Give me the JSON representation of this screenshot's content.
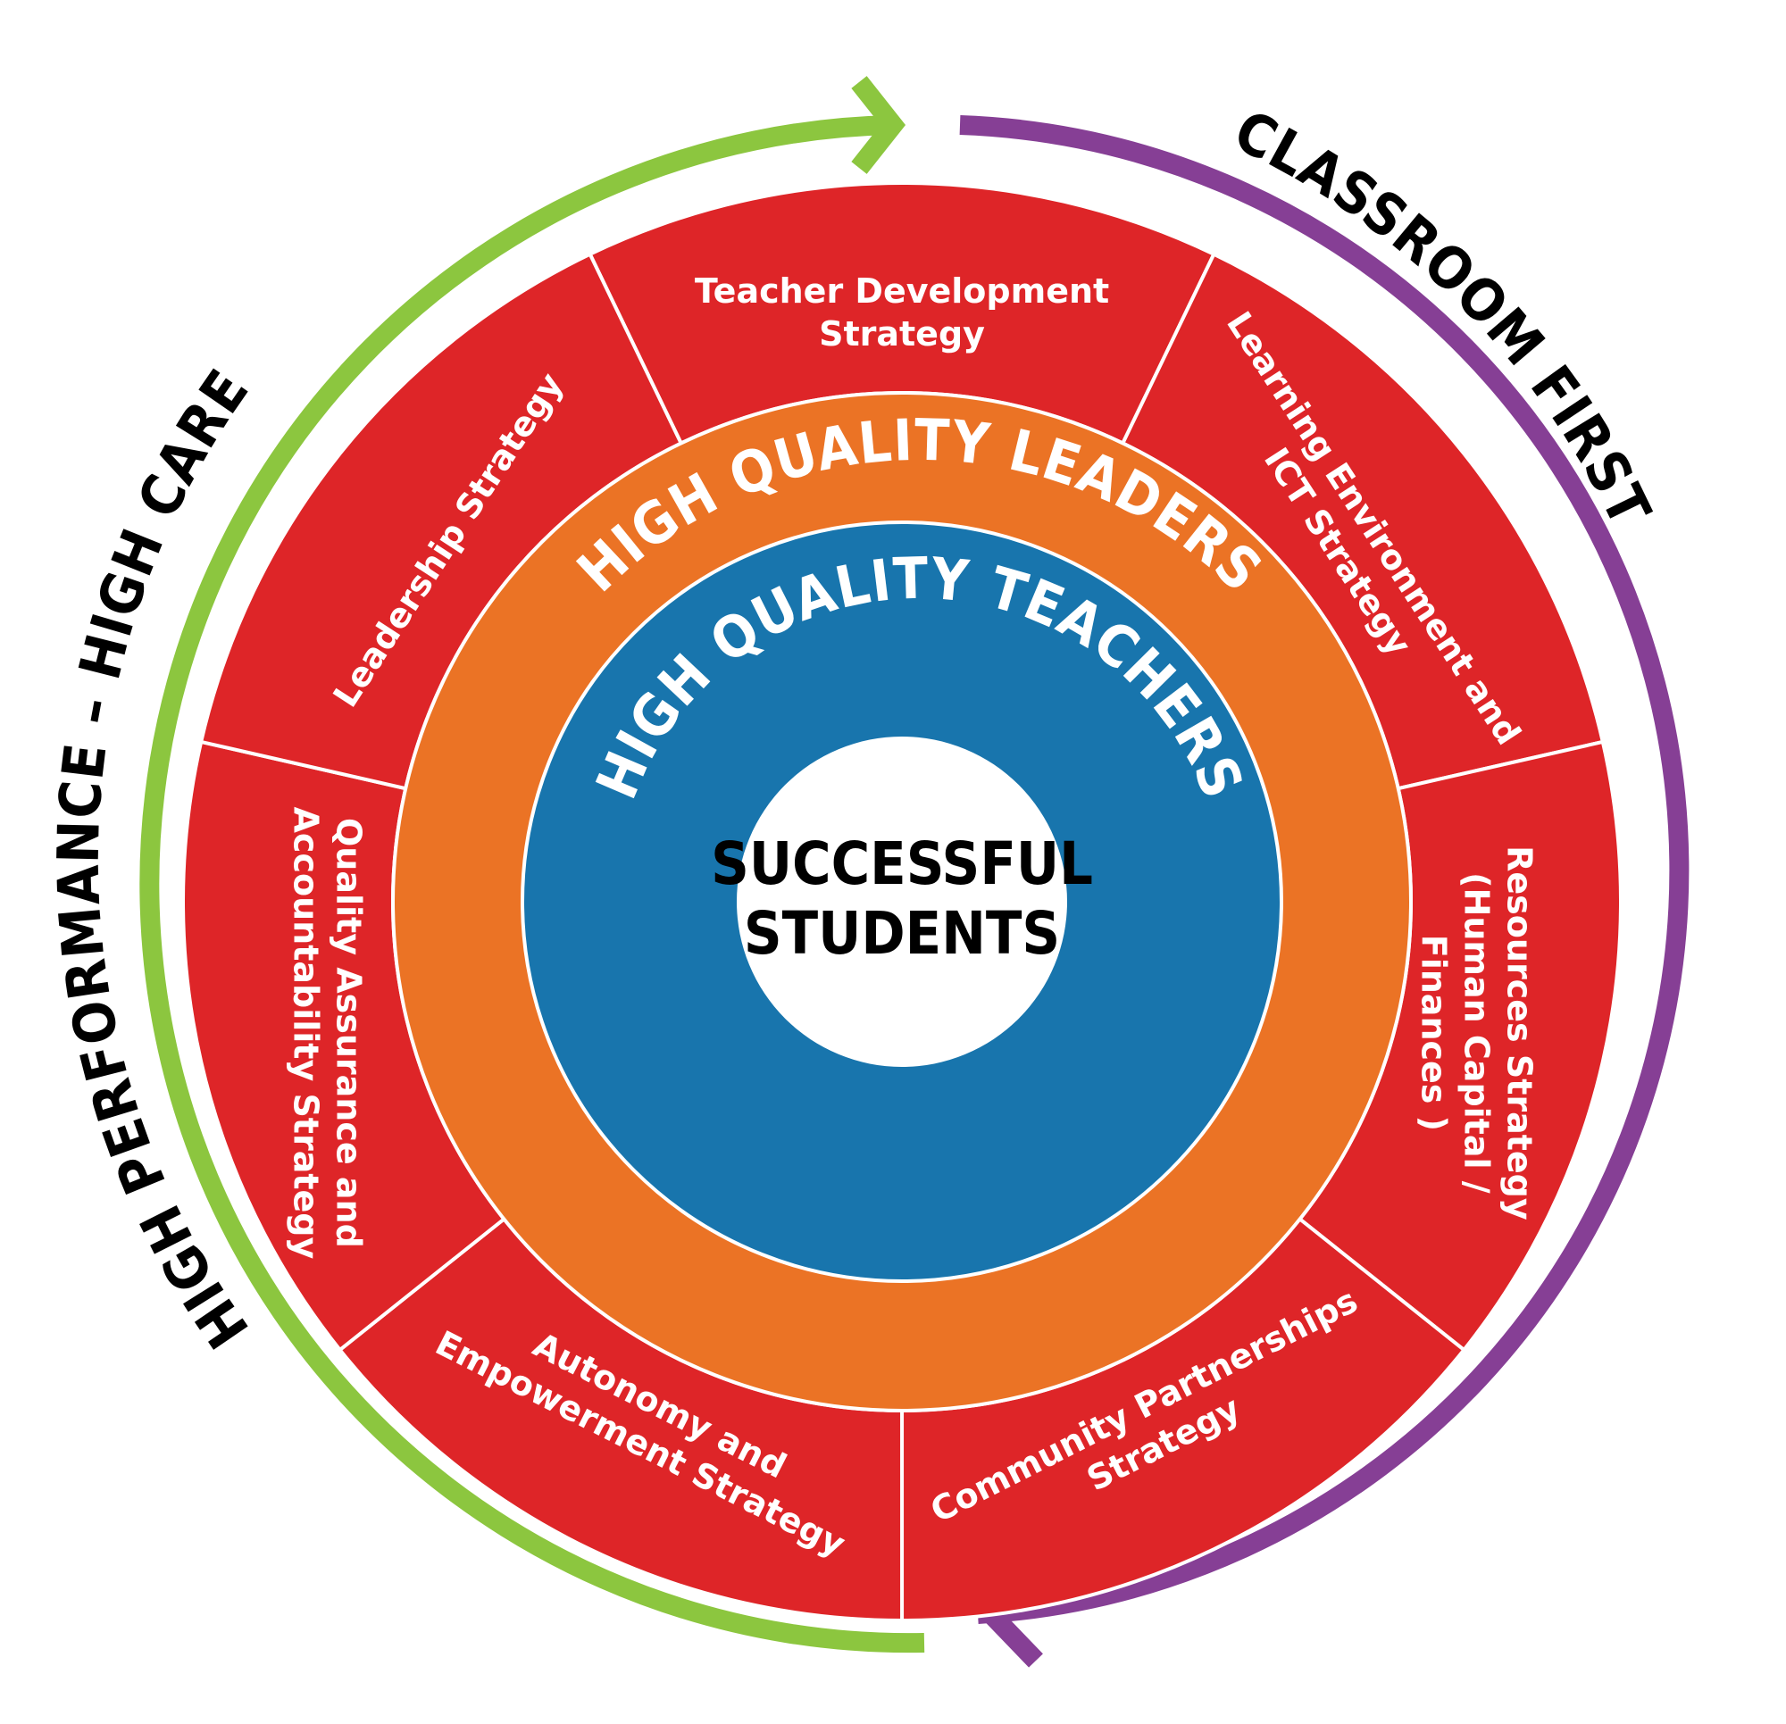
{
  "center": {
    "lines": [
      "SUCCESSFUL",
      "STUDENTS"
    ]
  },
  "inner_ring": {
    "label": "HIGH QUALITY TEACHERS"
  },
  "middle_ring": {
    "label": "HIGH QUALITY LEADERS"
  },
  "segments": [
    {
      "lines": [
        "Teacher Development",
        "Strategy"
      ]
    },
    {
      "lines": [
        "Learning Environment and",
        "ICT Strategy"
      ]
    },
    {
      "lines": [
        "Resources Strategy",
        "(Human Capital /",
        "Finances )"
      ]
    },
    {
      "lines": [
        "Community Partnerships",
        "Strategy"
      ]
    },
    {
      "lines": [
        "Autonomy and",
        "Empowerment Strategy"
      ]
    },
    {
      "lines": [
        "Quality Assurance and",
        "Accountability Strategy"
      ]
    },
    {
      "lines": [
        "Leadership Strategy"
      ]
    }
  ],
  "arrows": {
    "left_label": "HIGH PERFORMANCE – HIGH CARE",
    "right_label": "CLASSROOM FIRST"
  },
  "colors": {
    "segment_red": "#de2528",
    "leaders_orange": "#eb7325",
    "teachers_blue": "#1875ad",
    "left_arrow_green": "#8cc63f",
    "right_arrow_purple": "#863f95",
    "divider_white": "#ffffff"
  }
}
